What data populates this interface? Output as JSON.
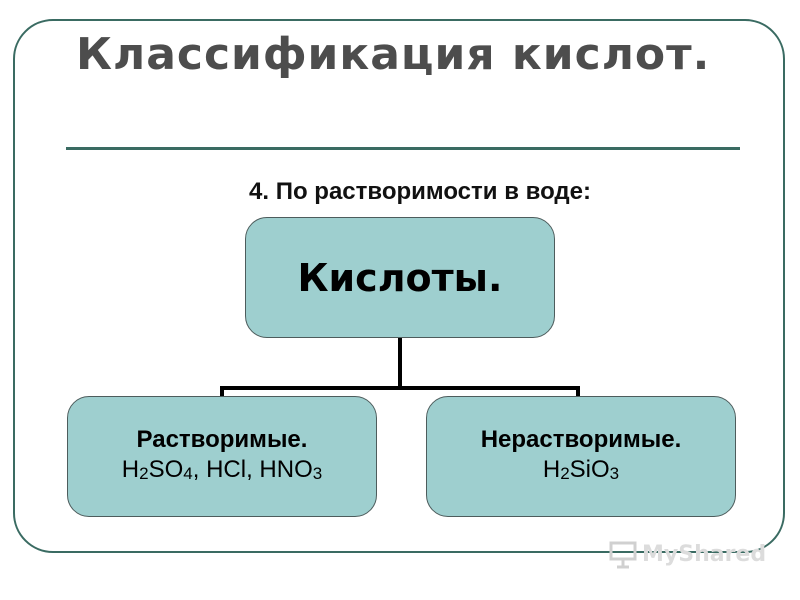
{
  "title": "Классификация кислот.",
  "subtitle": "4. По растворимости в воде:",
  "root": {
    "label": "Кислоты."
  },
  "children": [
    {
      "label": "Растворимые.",
      "formula": [
        {
          "t": "H"
        },
        {
          "t": "2",
          "sub": true
        },
        {
          "t": "SO"
        },
        {
          "t": "4",
          "sub": true
        },
        {
          "t": ", HCl, HNO"
        },
        {
          "t": "3",
          "sub": true
        }
      ]
    },
    {
      "label": "Нерастворимые.",
      "formula": [
        {
          "t": "H"
        },
        {
          "t": "2",
          "sub": true
        },
        {
          "t": "SiO"
        },
        {
          "t": "3",
          "sub": true
        }
      ]
    }
  ],
  "watermark": {
    "text": "MyShared",
    "icon": "presentation-board-icon"
  },
  "colors": {
    "box_fill": "#9ecfcf",
    "frame": "#3a6b62",
    "title": "#4d4d4d"
  }
}
